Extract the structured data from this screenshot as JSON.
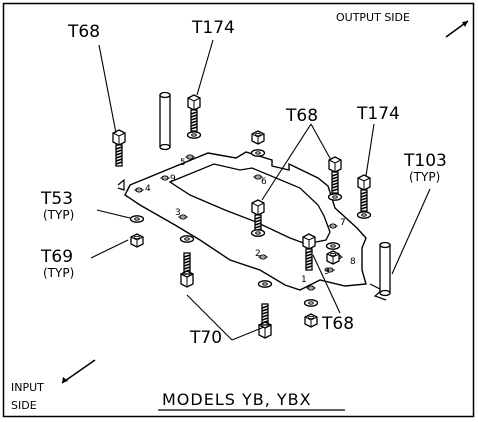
{
  "header": {
    "output_side": "OUTPUT SIDE"
  },
  "footer": {
    "input_side_line1": "INPUT",
    "input_side_line2": "SIDE",
    "models_title": "MODELS YB, YBX"
  },
  "callouts": {
    "t68_top_left": "T68",
    "t174_top": "T174",
    "t68_center": "T68",
    "t174_right": "T174",
    "t103": "T103",
    "t103_typ": "(TYP)",
    "t53": "T53",
    "t53_typ": "(TYP)",
    "t69": "T69",
    "t69_typ": "(TYP)",
    "t70": "T70",
    "t68_lower": "T68"
  },
  "hole_numbers": [
    "1",
    "2",
    "3",
    "4",
    "5",
    "6",
    "7",
    "8",
    "9",
    "9"
  ],
  "colors": {
    "line": "#000000",
    "background": "#ffffff"
  }
}
